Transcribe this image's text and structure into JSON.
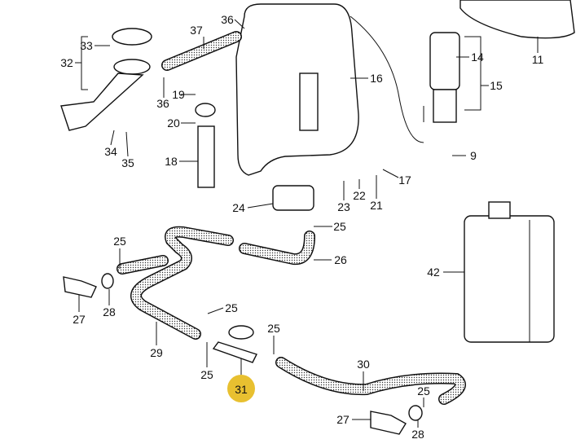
{
  "diagram": {
    "highlight_color": "#e8c030",
    "highlighted_part": "31",
    "labels": [
      "36",
      "37",
      "33",
      "32",
      "16",
      "14",
      "15",
      "11",
      "19",
      "36",
      "20",
      "34",
      "35",
      "18",
      "9",
      "17",
      "22",
      "23",
      "21",
      "24",
      "25",
      "26",
      "42",
      "25",
      "27",
      "28",
      "29",
      "25",
      "25",
      "25",
      "31",
      "30",
      "25",
      "27",
      "28"
    ]
  }
}
